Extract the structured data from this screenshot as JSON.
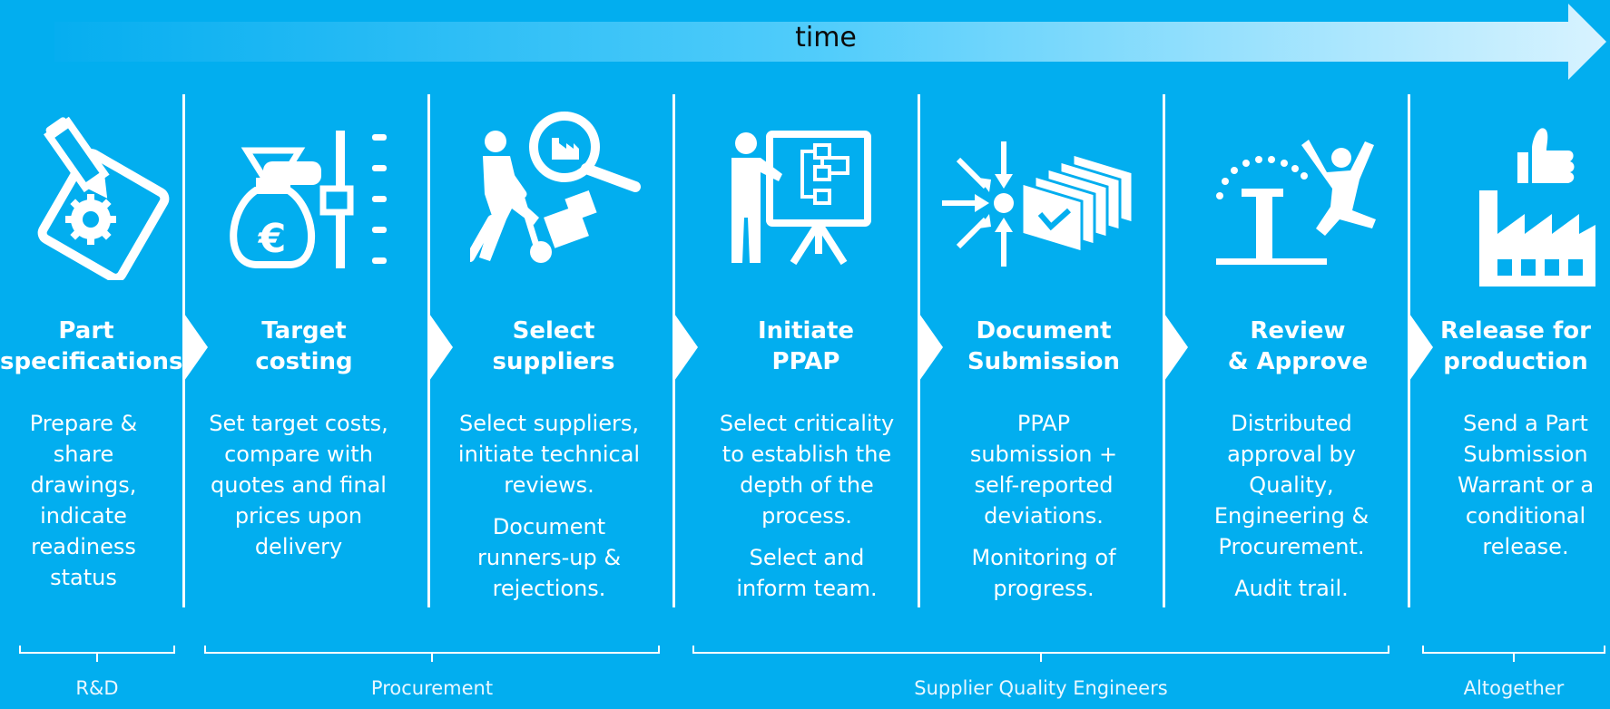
{
  "axis_label": "time",
  "stages": [
    {
      "title_1": "Part",
      "title_2": "specifications",
      "desc": "Prepare & share drawings, indicate readiness status",
      "desc_2": "",
      "icon": "pencil-document-gear-icon"
    },
    {
      "title_1": "Target",
      "title_2": "costing",
      "desc": "Set target costs, compare with quotes and final prices upon delivery",
      "desc_2": "",
      "icon": "euro-moneybag-slider-icon"
    },
    {
      "title_1": "Select",
      "title_2": "suppliers",
      "desc": "Select suppliers, initiate technical reviews.",
      "desc_2": "Document runners-up & rejections.",
      "icon": "worker-handtruck-magnifier-icon"
    },
    {
      "title_1": "Initiate",
      "title_2": "PPAP",
      "desc": "Select criticality to establish the depth of the process.",
      "desc_2": "Select and inform team.",
      "icon": "presenter-flowchart-board-icon"
    },
    {
      "title_1": "Document",
      "title_2": "Submission",
      "desc": "PPAP submission + self-reported deviations.",
      "desc_2": "Monitoring of progress.",
      "icon": "arrows-folders-check-icon"
    },
    {
      "title_1": "Review",
      "title_2": "& Approve",
      "desc": "Distributed approval by Quality, Engineering & Procurement.",
      "desc_2": "Audit trail.",
      "icon": "hurdle-jumper-icon"
    },
    {
      "title_1": "Release for",
      "title_2": "production",
      "desc": "Send a Part Submission Warrant or a conditional release.",
      "desc_2": "",
      "icon": "factory-thumbsup-icon"
    }
  ],
  "groups": [
    {
      "label": "R&D"
    },
    {
      "label": "Procurement"
    },
    {
      "label": "Supplier Quality Engineers"
    },
    {
      "label": "Altogether"
    }
  ],
  "colors": {
    "background": "#02aeef",
    "arrow_start": "#06aef0",
    "arrow_end": "#d8f3ff",
    "foreground": "#ffffff"
  }
}
